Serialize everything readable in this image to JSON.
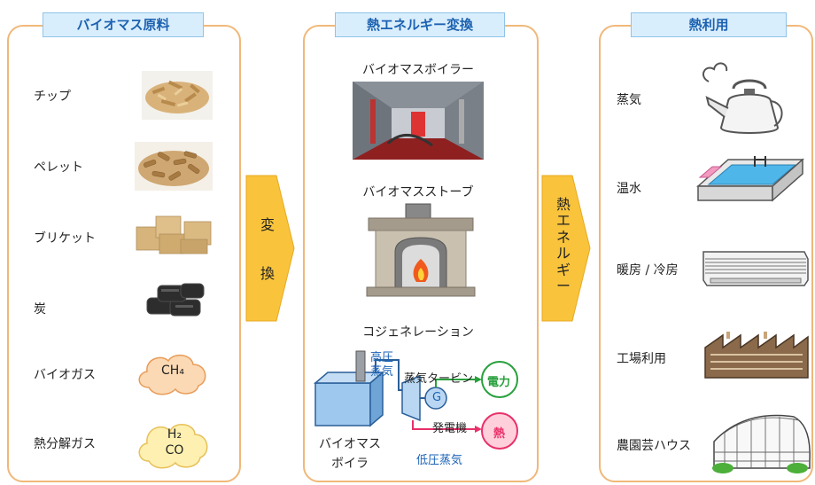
{
  "panels": {
    "materials": {
      "title": "バイオマス原料",
      "items": [
        {
          "label": "チップ",
          "icon": "wood-chips"
        },
        {
          "label": "ペレット",
          "icon": "wood-pellets"
        },
        {
          "label": "ブリケット",
          "icon": "briquettes"
        },
        {
          "label": "炭",
          "icon": "charcoal"
        },
        {
          "label": "バイオガス",
          "icon": "cloud",
          "cloud_text": "CH₄"
        },
        {
          "label": "熱分解ガス",
          "icon": "cloud",
          "cloud_text_1": "H₂",
          "cloud_text_2": "CO"
        }
      ]
    },
    "conversion": {
      "title": "熱エネルギー変換",
      "boiler_label": "バイオマスボイラー",
      "stove_label": "バイオマスストーブ",
      "cogen_label": "コジェネレーション",
      "cogen": {
        "high_pressure": "高圧",
        "steam": "蒸気",
        "turbine": "蒸気タービン",
        "generator_symbol": "G",
        "generator": "発電機",
        "electricity": "電力",
        "heat": "熱",
        "low_pressure_steam": "低圧蒸気",
        "boiler_line1": "バイオマス",
        "boiler_line2": "ボイラ"
      }
    },
    "usage": {
      "title": "熱利用",
      "items": [
        {
          "label": "蒸気",
          "icon": "kettle"
        },
        {
          "label": "温水",
          "icon": "pool"
        },
        {
          "label": "暖房 / 冷房",
          "icon": "air-conditioner"
        },
        {
          "label": "工場利用",
          "icon": "factory"
        },
        {
          "label": "農園芸ハウス",
          "icon": "greenhouse"
        }
      ]
    }
  },
  "arrows": {
    "convert": {
      "char1": "変",
      "char2": "換"
    },
    "heat_energy": {
      "text": "熱\nエ\nネ\nル\nギ\nー"
    }
  },
  "colors": {
    "panel_border": "#f0b878",
    "title_bg": "#d9eefc",
    "title_text": "#1d62b0",
    "arrow_fill": "#f9c43c",
    "cloud_fill": "#fbd9b4",
    "cloud_yellow": "#fdf0b0"
  }
}
